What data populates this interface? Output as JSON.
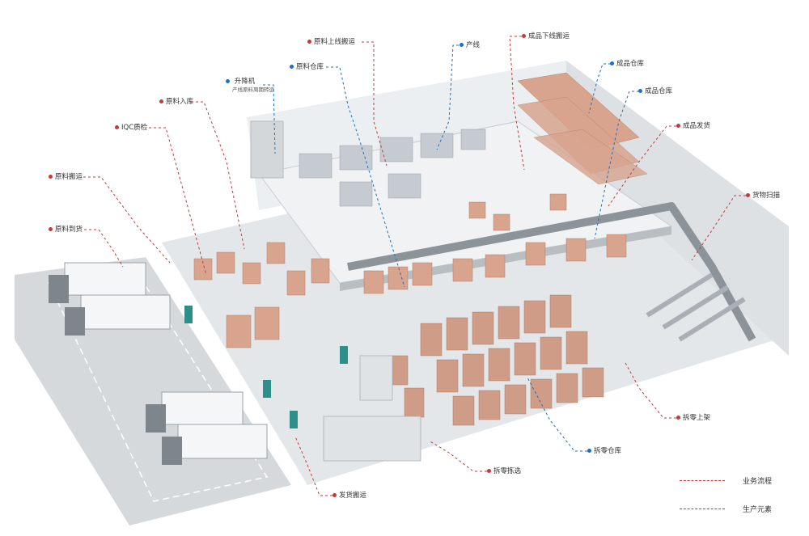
{
  "colors": {
    "business_flow": "#c23a3a",
    "production_element": "#1d6fc0",
    "floor": "#d9dde0",
    "wall": "#e7eaec",
    "box": "#d8a48e",
    "conveyor": "#8d9499"
  },
  "labels": {
    "raw_upline": "原料上线搬运",
    "line": "产线",
    "fg_downline": "成品下线搬运",
    "fg_store1": "成品仓库",
    "fg_store2": "成品仓库",
    "raw_store": "原料仓库",
    "lift": "升降机",
    "lift_sub": "产线原料周期转运",
    "raw_in": "原料入库",
    "iqc": "IQC质检",
    "fg_ship": "成品发货",
    "scan": "货物扫描",
    "raw_move": "原料搬运",
    "raw_arrive": "原料到货",
    "part_shelf": "拆零上架",
    "part_store": "拆零仓库",
    "part_pick": "拆零拣选",
    "ship_move": "发货搬运"
  },
  "legend": {
    "business_flow": "业务流程",
    "production_element": "生产元素"
  }
}
